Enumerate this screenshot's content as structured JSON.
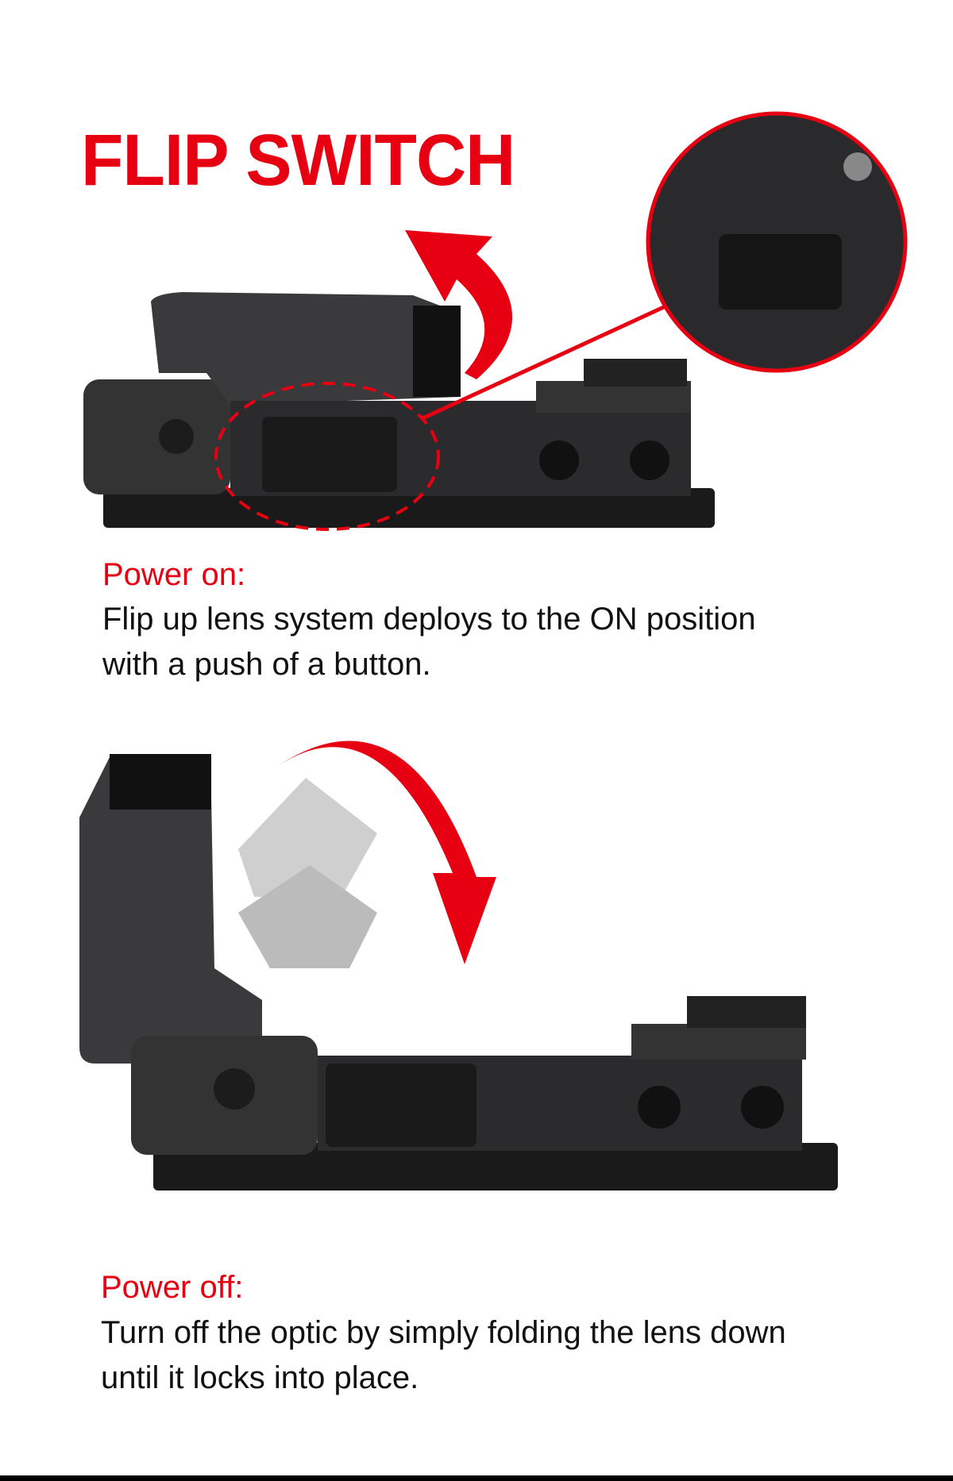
{
  "title": "FLIP SWITCH",
  "power_on": {
    "label": "Power on:",
    "line1": "Flip up lens system deploys to the ON position",
    "line2": "with a push of a button."
  },
  "power_off": {
    "label": "Power off:",
    "line1": "Turn off the optic by simply folding the lens down",
    "line2": "until it locks into place."
  },
  "colors": {
    "accent": "#e60012",
    "device": "#2a2a2c"
  }
}
